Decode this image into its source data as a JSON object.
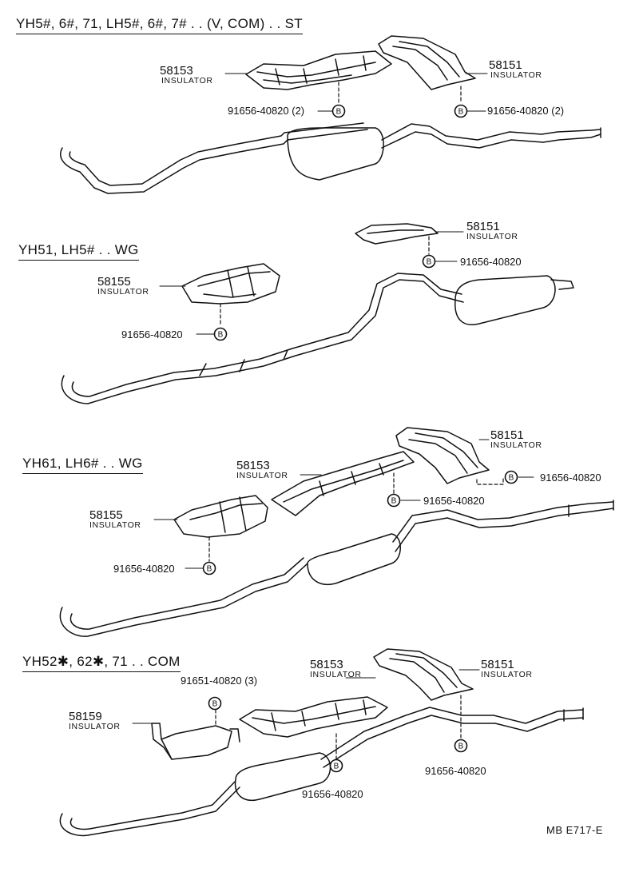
{
  "sections": [
    {
      "heading": "YH5#, 6#, 71, LH5#, 6#, 7# . . (V, COM) . . ST",
      "parts": [
        {
          "number": "58153",
          "label": "INSULATOR"
        },
        {
          "number": "58151",
          "label": "INSULATOR"
        }
      ],
      "fasteners": [
        "91656-40820 (2)",
        "91656-40820 (2)"
      ]
    },
    {
      "heading": "YH51, LH5# . . WG",
      "parts": [
        {
          "number": "58151",
          "label": "INSULATOR"
        },
        {
          "number": "58155",
          "label": "INSULATOR"
        }
      ],
      "fasteners": [
        "91656-40820",
        "91656-40820"
      ]
    },
    {
      "heading": "YH61, LH6# . . WG",
      "parts": [
        {
          "number": "58151",
          "label": "INSULATOR"
        },
        {
          "number": "58153",
          "label": "INSULATOR"
        },
        {
          "number": "58155",
          "label": "INSULATOR"
        }
      ],
      "fasteners": [
        "91656-40820",
        "91656-40820",
        "91656-40820"
      ]
    },
    {
      "heading": "YH52✱, 62✱, 71 . . COM",
      "parts": [
        {
          "number": "58153",
          "label": "INSULATOR"
        },
        {
          "number": "58151",
          "label": "INSULATOR"
        },
        {
          "number": "58159",
          "label": "INSULATOR"
        }
      ],
      "fasteners": [
        "91651-40820 (3)",
        "91656-40820",
        "91656-40820"
      ]
    }
  ],
  "marker_letter": "B",
  "reference": "MB  E717-E",
  "icons": [
    "insulator-shape",
    "exhaust-pipe-shape",
    "bolt-marker-icon"
  ]
}
